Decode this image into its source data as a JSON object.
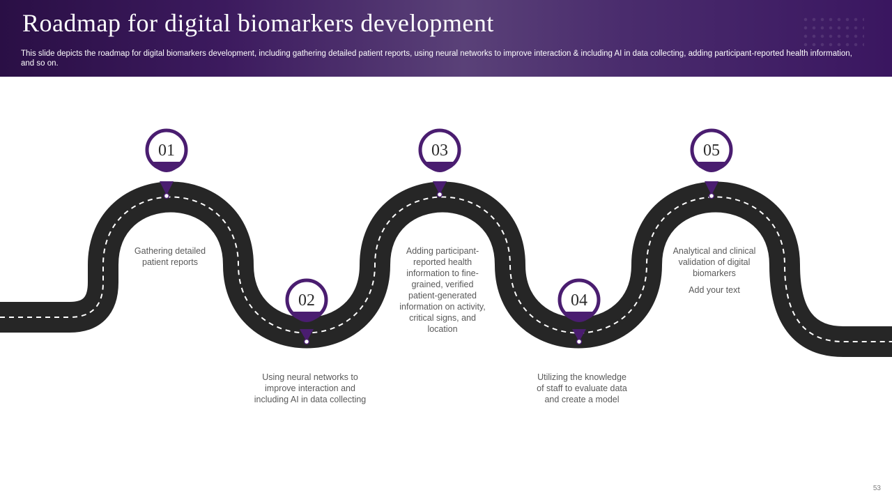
{
  "slide": {
    "title": "Roadmap for digital biomarkers development",
    "subtitle": "This slide depicts the roadmap for digital biomarkers development, including gathering detailed patient reports, using neural networks to improve interaction & including AI in data collecting, adding participant-reported health information, and so on.",
    "page_number": "53"
  },
  "colors": {
    "header": "#3c1a5e",
    "pin": "#4a1d70",
    "road": "#262626",
    "road_dash": "#ffffff",
    "text": "#595959"
  },
  "steps": [
    {
      "number": "01",
      "text": "Gathering detailed patient reports"
    },
    {
      "number": "02",
      "text": "Using neural networks to improve interaction and including AI in data collecting"
    },
    {
      "number": "03",
      "text": "Adding participant-reported health information to fine-grained, verified patient-generated information on activity, critical signs, and location"
    },
    {
      "number": "04",
      "text": "Utilizing the knowledge of staff to evaluate data and create a model"
    },
    {
      "number": "05",
      "text": "Analytical and clinical validation of digital biomarkers",
      "extra": "Add your text"
    }
  ]
}
